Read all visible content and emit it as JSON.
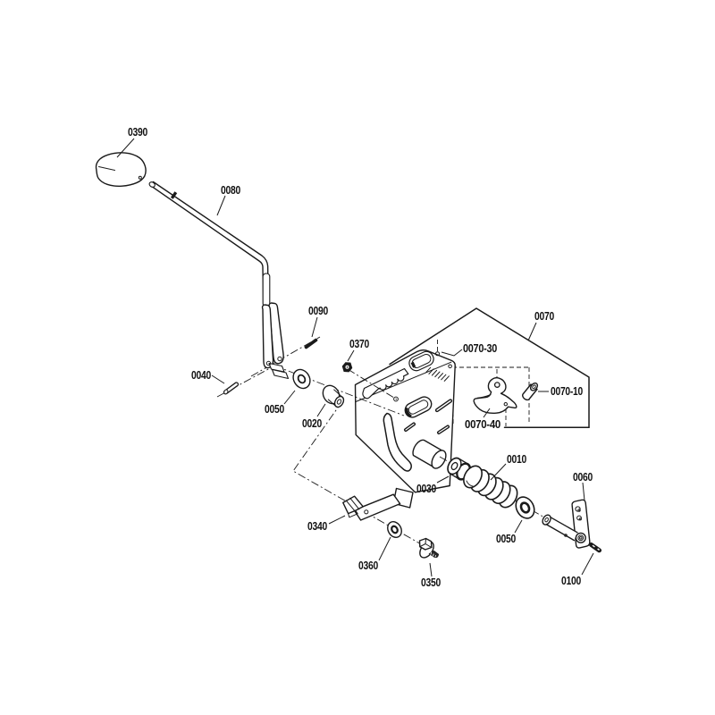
{
  "diagram": {
    "kind": "exploded-parts-diagram",
    "background": "#ffffff",
    "line_color": "#1a1a1a",
    "labels": {
      "p0390": "0390",
      "p0080": "0080",
      "p0090": "0090",
      "p0370": "0370",
      "p0070_30": "0070-30",
      "p0070": "0070",
      "p0070_10": "0070-10",
      "p0070_40": "0070-40",
      "p0040": "0040",
      "p0050": "0050",
      "p0020": "0020",
      "p0030": "0030",
      "p0010": "0010",
      "p0060": "0060",
      "p0100": "0100",
      "p0340": "0340",
      "p0360": "0360",
      "p0350": "0350"
    }
  }
}
